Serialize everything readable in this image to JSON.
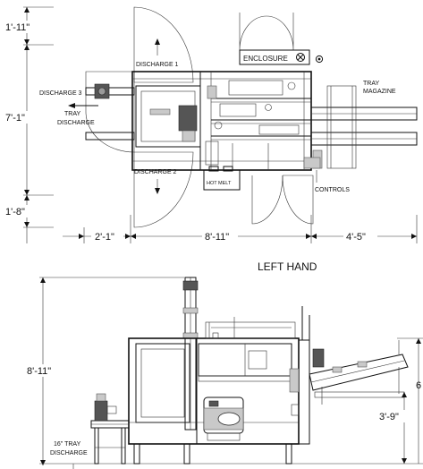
{
  "top_view": {
    "labels": {
      "discharge_1": "DISCHARGE 1",
      "discharge_2": "DISCHARGE 2",
      "discharge_3": "DISCHARGE 3",
      "tray_discharge_line1": "TRAY",
      "tray_discharge_line2": "DISCHARGE",
      "enclosure": "ENCLOSURE",
      "tray_magazine_line1": "TRAY",
      "tray_magazine_line2": "MAGAZINE",
      "hot_melt": "HOT MELT",
      "controls": "CONTROLS"
    },
    "dimensions": {
      "top_clearance": "1'-11\"",
      "width": "7'-1\"",
      "bottom_clearance": "1'-8\"",
      "left_extension": "2'-1\"",
      "machine_length": "8'-11\"",
      "magazine_length": "4'-5\""
    }
  },
  "caption": "LEFT HAND",
  "side_view": {
    "labels": {
      "tray_discharge_line1": "16\" TRAY",
      "tray_discharge_line2": "DISCHARGE"
    },
    "dimensions": {
      "overall_height": "8'-11\"",
      "magazine_height_partial": "6",
      "infeed_height": "3'-9\""
    }
  }
}
